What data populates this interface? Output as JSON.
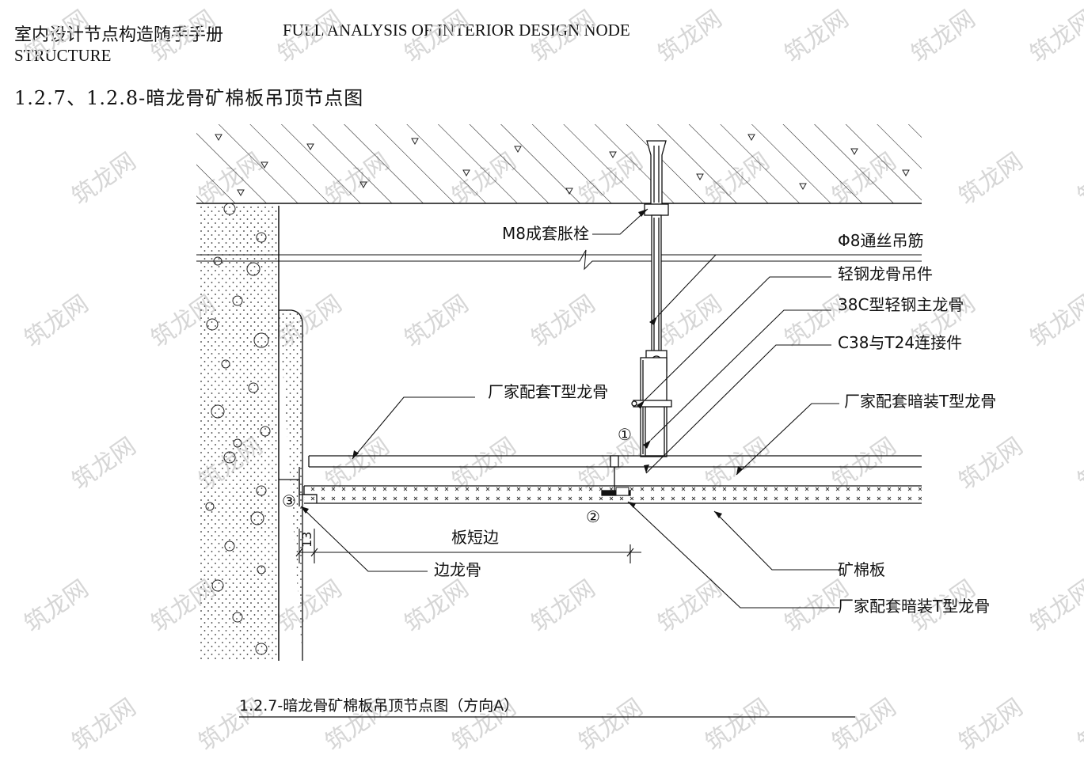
{
  "header": {
    "book_title": "室内设计节点构造随手手册",
    "book_title_en": "FULL ANALYSIS OF INTERIOR DESIGN NODE",
    "book_title_en_2": "STRUCTURE",
    "section_title": "1.2.7、1.2.8-暗龙骨矿棉板吊顶节点图"
  },
  "labels": {
    "anchor_bolt": "M8成套胀栓",
    "hanger_rod": "Φ8通丝吊筋",
    "hanger_clip": "轻钢龙骨吊件",
    "main_runner": "38C型轻钢主龙骨",
    "connector": "C38与T24连接件",
    "t_runner": "厂家配套T型龙骨",
    "concealed_t_runner": "厂家配套暗装T型龙骨",
    "mineral_board": "矿棉板",
    "concealed_t_runner_2": "厂家配套暗装T型龙骨",
    "edge_runner": "边龙骨",
    "short_side": "板短边",
    "dim_13": "13",
    "mark_1": "①",
    "mark_2": "②",
    "mark_3": "③"
  },
  "caption": "1.2.7-暗龙骨矿棉板吊顶节点图（方向A）",
  "watermark": "筑龙网"
}
